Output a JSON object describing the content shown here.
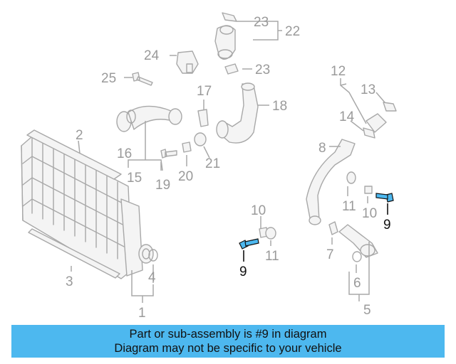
{
  "callouts": {
    "c1": "1",
    "c2": "2",
    "c3": "3",
    "c4": "4",
    "c5": "5",
    "c6": "6",
    "c7": "7",
    "c8": "8",
    "c9a": "9",
    "c9b": "9",
    "c10a": "10",
    "c10b": "10",
    "c11a": "11",
    "c11b": "11",
    "c12": "12",
    "c13": "13",
    "c14": "14",
    "c15": "15",
    "c16": "16",
    "c17": "17",
    "c18": "18",
    "c19": "19",
    "c20": "20",
    "c21": "21",
    "c22": "22",
    "c23a": "23",
    "c23b": "23",
    "c24": "24",
    "c25": "25"
  },
  "highlight": {
    "part": "9",
    "color": "#4db8ef"
  },
  "caption": {
    "line1": "Part or sub-assembly is #9 in diagram",
    "line2": "Diagram may not be specific to your vehicle",
    "background": "#4db8ef"
  }
}
